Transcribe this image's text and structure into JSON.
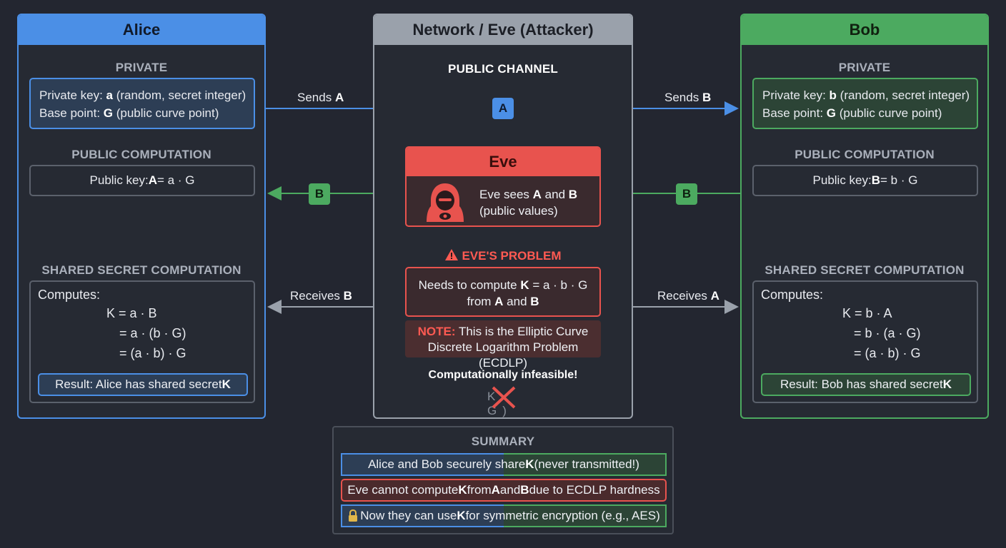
{
  "alice": {
    "title": "Alice",
    "private_title": "PRIVATE",
    "private_key_prefix": "Private key: ",
    "private_key_var": "a",
    "private_key_suffix": " (random, secret integer)",
    "base_point_prefix": "Base point: ",
    "base_point_var": "G",
    "base_point_suffix": " (public curve point)",
    "public_title": "PUBLIC COMPUTATION",
    "public_key_prefix": "Public key: ",
    "public_key_var": "A",
    "public_key_suffix": " = a · G",
    "shared_title": "SHARED SECRET COMPUTATION",
    "computes": "Computes:",
    "eq1": "K = a · B",
    "eq2": "= a · (b · G)",
    "eq3": "= (a · b) · G",
    "result_prefix": "Result: Alice has shared secret ",
    "result_var": "K"
  },
  "bob": {
    "title": "Bob",
    "private_title": "PRIVATE",
    "private_key_prefix": "Private key: ",
    "private_key_var": "b",
    "private_key_suffix": " (random, secret integer)",
    "base_point_prefix": "Base point: ",
    "base_point_var": "G",
    "base_point_suffix": " (public curve point)",
    "public_title": "PUBLIC COMPUTATION",
    "public_key_prefix": "Public key: ",
    "public_key_var": "B",
    "public_key_suffix": " = b · G",
    "shared_title": "SHARED SECRET COMPUTATION",
    "computes": "Computes:",
    "eq1": "K = b · A",
    "eq2": "= b · (a · G)",
    "eq3": "= (a · b) · G",
    "result_prefix": "Result: Bob has shared secret ",
    "result_var": "K"
  },
  "network": {
    "title": "Network / Eve (Attacker)",
    "channel_title": "PUBLIC CHANNEL",
    "eve_title": "Eve",
    "eve_sees_prefix": "Eve sees ",
    "eve_sees_a": "A",
    "eve_sees_and": " and ",
    "eve_sees_b": "B",
    "eve_sees_line2": "(public values)",
    "problem_title": "EVE'S PROBLEM",
    "problem_line1_prefix": "Needs to compute ",
    "problem_line1_var": "K",
    "problem_line1_suffix": " = a · b · G",
    "problem_line2_prefix": "from ",
    "problem_line2_a": "A",
    "problem_line2_and": " and ",
    "problem_line2_b": "B",
    "note_label": "NOTE:",
    "note_line1": " This is the Elliptic Curve",
    "note_line2": "Discrete Logarithm Problem (ECDLP)",
    "infeasible": "Computationally infeasible!",
    "crossed_text": "K G)"
  },
  "arrows": {
    "sends_a_prefix": "Sends ",
    "sends_a_var": "A",
    "sends_b_prefix": "Sends ",
    "sends_b_var": "B",
    "receives_b_prefix": "Receives ",
    "receives_b_var": "B",
    "receives_a_prefix": "Receives ",
    "receives_a_var": "A",
    "badge_a": "A",
    "badge_b_left": "B",
    "badge_b_right": "B"
  },
  "summary": {
    "title": "SUMMARY",
    "item1_prefix": "Alice and Bob securely share ",
    "item1_var": "K",
    "item1_suffix": " (never transmitted!)",
    "item2_prefix": "Eve cannot compute ",
    "item2_k": "K",
    "item2_mid": " from ",
    "item2_a": "A",
    "item2_and": " and ",
    "item2_b": "B",
    "item2_suffix": " due to ECDLP hardness",
    "item3_prefix": " Now they can use ",
    "item3_var": "K",
    "item3_suffix": " for symmetric encryption (e.g., AES)"
  },
  "colors": {
    "alice": "#4b8fe6",
    "bob": "#4caa60",
    "network": "#9aa1ab",
    "eve": "#e8534e",
    "background": "#232630"
  }
}
